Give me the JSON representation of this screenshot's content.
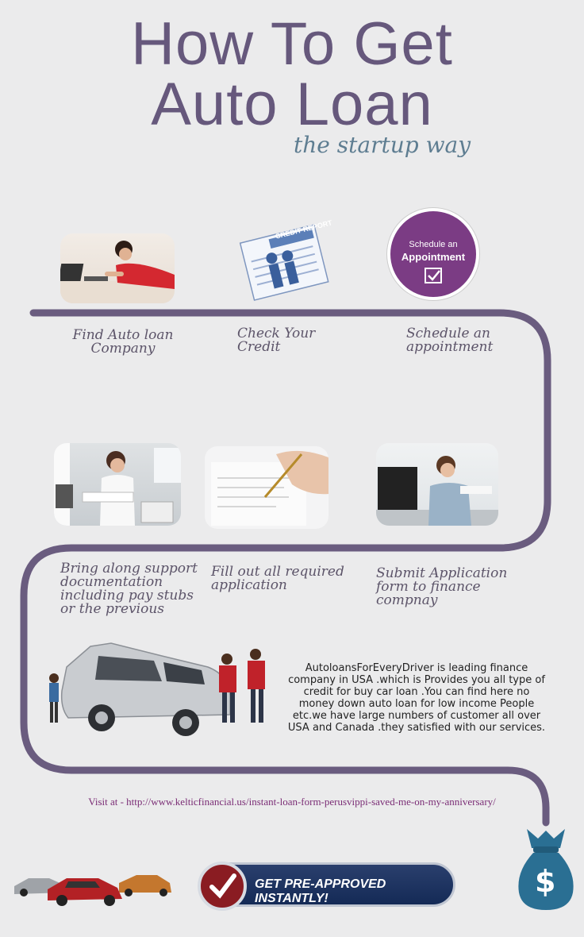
{
  "title": {
    "line1": "How To Get",
    "line2": "Auto Loan"
  },
  "tagline": "the startup way",
  "steps": [
    {
      "label": "Find Auto loan\nCompany"
    },
    {
      "label": "Check Your\nCredit"
    },
    {
      "label": "Schedule an\nappointment"
    },
    {
      "label": "Bring along support\ndocumentation\nincluding pay stubs\nor the previous"
    },
    {
      "label": "Fill out all required\napplication"
    },
    {
      "label": "Submit Application\nform to finance\ncompnay"
    }
  ],
  "credit_report": {
    "label": "CREDIT REPORT"
  },
  "appointment_badge": {
    "line1": "Schedule an",
    "line2": "Appointment"
  },
  "description": "AutoloansForEveryDriver is leading finance company in USA .which is Provides you all type of credit for buy car loan .You can find here no money down auto loan for low income People etc.we have large numbers of customer all over USA and Canada .they satisfied with our services.",
  "visit_link": "Visit at - http://www.kelticfinancial.us/instant-loan-form-perusvippi-saved-me-on-my-anniversary/",
  "cta": {
    "label": "GET PRE-APPROVED INSTANTLY!"
  },
  "money_bag": {
    "symbol": "$"
  },
  "colors": {
    "path": "#6a5c7f",
    "accent": "#7b3c84",
    "bag": "#2a6f93"
  }
}
